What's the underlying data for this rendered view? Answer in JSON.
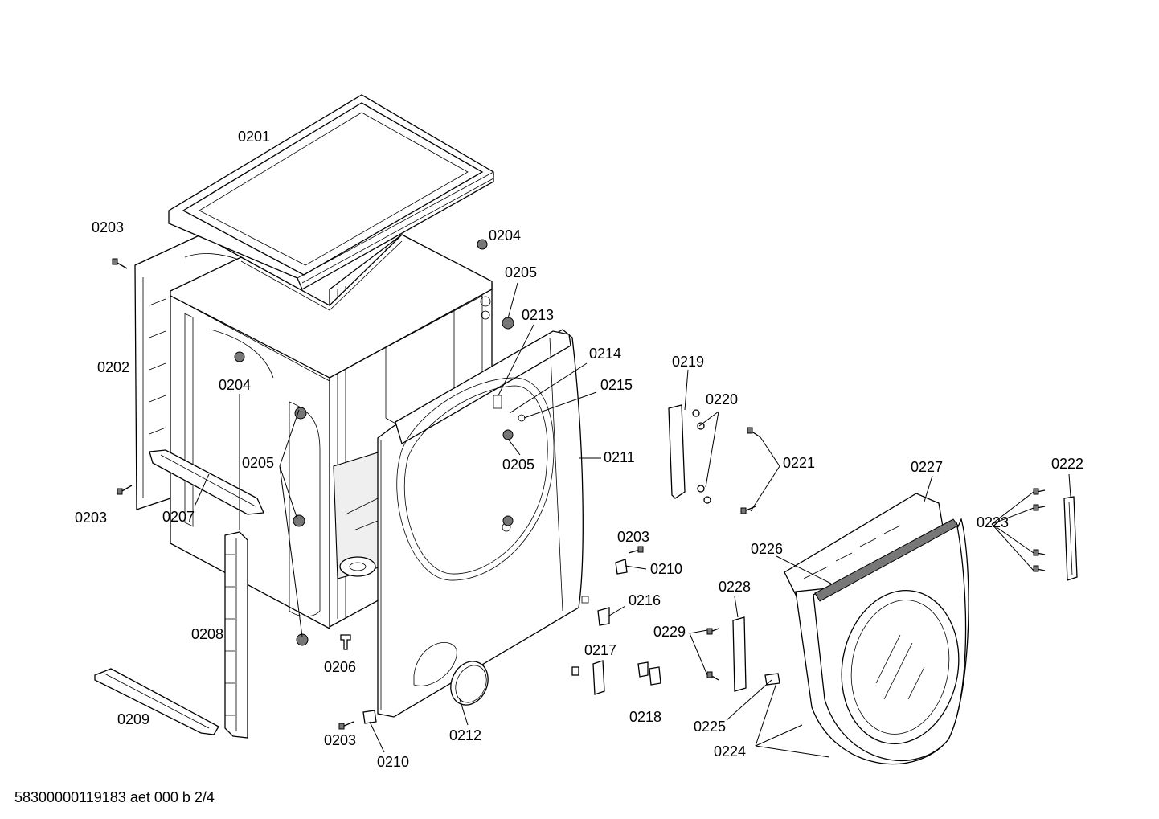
{
  "labels": {
    "l0201": "0201",
    "l0202": "0202",
    "l0203a": "0203",
    "l0203b": "0203",
    "l0203c": "0203",
    "l0203d": "0203",
    "l0204a": "0204",
    "l0204b": "0204",
    "l0205a": "0205",
    "l0205b": "0205",
    "l0205c": "0205",
    "l0206": "0206",
    "l0207": "0207",
    "l0208": "0208",
    "l0209": "0209",
    "l0210a": "0210",
    "l0210b": "0210",
    "l0211": "0211",
    "l0212": "0212",
    "l0213": "0213",
    "l0214": "0214",
    "l0215": "0215",
    "l0216": "0216",
    "l0217": "0217",
    "l0218": "0218",
    "l0219": "0219",
    "l0220": "0220",
    "l0221": "0221",
    "l0222": "0222",
    "l0223": "0223",
    "l0224": "0224",
    "l0225": "0225",
    "l0226": "0226",
    "l0227": "0227",
    "l0228": "0228",
    "l0229": "0229"
  },
  "footer": {
    "drawing_code": "58300000119183 aet 000 b 2/4"
  }
}
